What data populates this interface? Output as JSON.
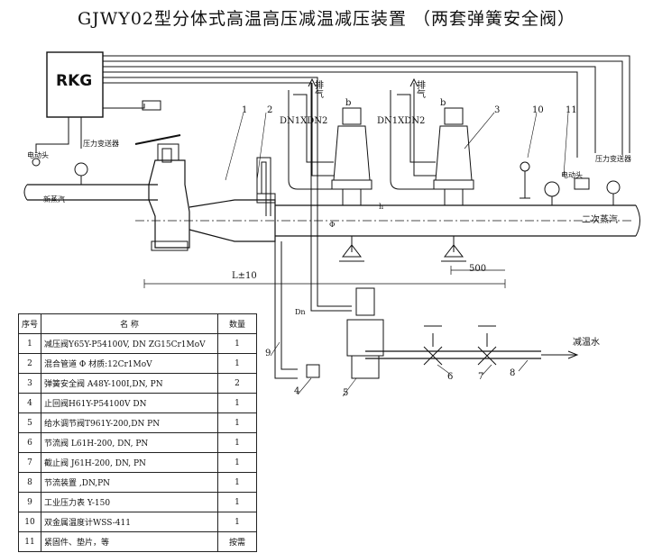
{
  "title": "GJWY02型分体式高温高压减温减压装置  （两套弹簧安全阀）",
  "labels": {
    "rkg": "RKG",
    "exhaust_left": "排\n气",
    "exhaust_right": "排\n气",
    "dn_left": "DN1XDN2",
    "dn_right": "DN1XDN2",
    "b_left": "b",
    "b_right": "b",
    "n1": "1",
    "n2": "2",
    "n3": "3",
    "n10": "10",
    "n11": "11",
    "n4": "4",
    "n5": "5",
    "n6": "6",
    "n7": "7",
    "n8": "8",
    "n9": "9",
    "electric_head": "电动头",
    "electric_head_right": "电动头",
    "pressure_transmitter_left": "压力变送器",
    "pressure_transmitter_right": "压力变送器",
    "new_steam": "新蒸汽",
    "secondary_steam": "二次蒸汽",
    "desuperheat_water": "减温水",
    "length": "L±10",
    "dim_500": "500",
    "dim_dn": "Dn",
    "dim_h": "h",
    "dim_phi": "Φ"
  },
  "table": {
    "headers": [
      "序号",
      "名    称",
      "数量"
    ],
    "rows": [
      {
        "no": "1",
        "name": "减压阀Y65Y-P54100V, DN    ZG15Cr1MoV",
        "qty": "1"
      },
      {
        "no": "2",
        "name": "混合管道  Φ  材质:12Cr1MoV",
        "qty": "1"
      },
      {
        "no": "3",
        "name": "弹簧安全阀  A48Y-100I,DN, PN",
        "qty": "2"
      },
      {
        "no": "4",
        "name": "止回阀H61Y-P54100V   DN",
        "qty": "1"
      },
      {
        "no": "5",
        "name": "给水调节阀T961Y-200,DN PN",
        "qty": "1"
      },
      {
        "no": "6",
        "name": "节流阀  L61H-200, DN, PN",
        "qty": "1"
      },
      {
        "no": "7",
        "name": "截止阀  J61H-200, DN, PN",
        "qty": "1"
      },
      {
        "no": "8",
        "name": "节流装置 ,DN,PN",
        "qty": "1"
      },
      {
        "no": "9",
        "name": "工业压力表 Y-150",
        "qty": "1"
      },
      {
        "no": "10",
        "name": "双金属温度计WSS-411",
        "qty": "1"
      },
      {
        "no": "11",
        "name": "紧固件、垫片，等",
        "qty": "按需"
      }
    ]
  }
}
